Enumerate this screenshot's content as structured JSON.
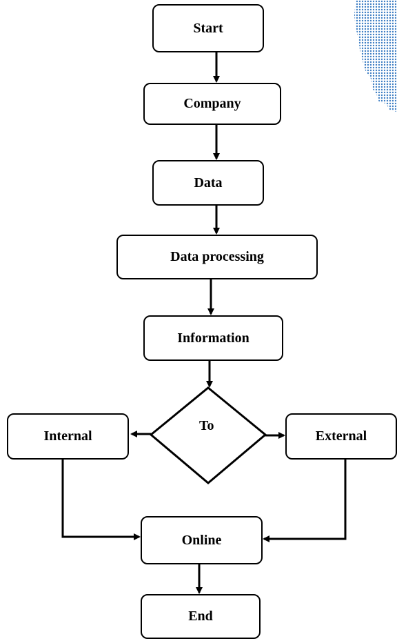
{
  "nodes": {
    "start": "Start",
    "company": "Company",
    "data": "Data",
    "data_processing": "Data processing",
    "information": "Information",
    "decision": "To",
    "internal": "Internal",
    "external": "External",
    "online": "Online",
    "end": "End"
  },
  "colors": {
    "stroke": "#000000",
    "background": "#ffffff",
    "dot_pattern": "#3f7fc4"
  }
}
